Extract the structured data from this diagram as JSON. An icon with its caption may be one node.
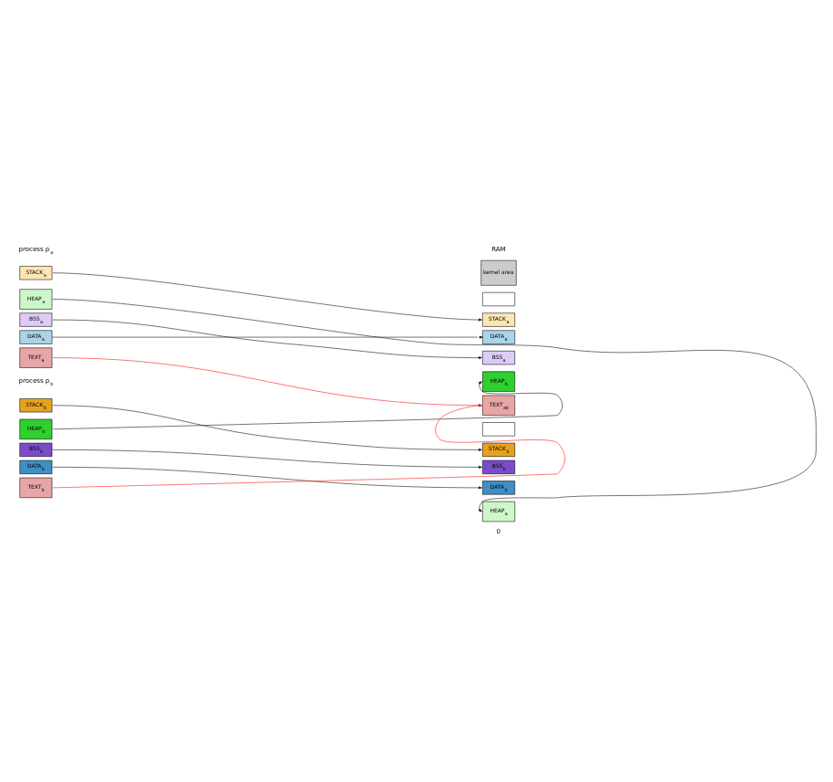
{
  "diagram": {
    "nodes": [
      {
        "text": [
          "STACK$_{a}$"
        ]
      },
      {
        "text": [
          "HEAP$_{a}$"
        ]
      },
      {
        "text": [
          "BSS$_{a}$"
        ]
      },
      {
        "text": [
          "DATA$_{a}$"
        ]
      },
      {
        "text": [
          "TEXT$_{a}$"
        ]
      },
      {
        "text": [
          "STACK$_{b}$"
        ]
      },
      {
        "text": [
          "HEAP$_{b}$"
        ]
      },
      {
        "text": [
          "BSS$_{b}$"
        ]
      },
      {
        "text": [
          "DATA$_{b}$"
        ]
      },
      {
        "text": [
          "TEXT$_{b}$"
        ]
      },
      {
        "text": [
          "kernel area"
        ]
      },
      {
        "text": [],
        "shape": "box"
      },
      {
        "text": [
          "STACK$_{a}$"
        ]
      },
      {
        "text": [
          "DATA$_{a}$"
        ]
      },
      {
        "text": [
          "BSS$_{a}$"
        ]
      },
      {
        "text": [
          "HEAP$_{b}$"
        ]
      },
      {
        "text": [
          "TEXT$_{ab}$"
        ]
      },
      {
        "text": [],
        "shape": "box"
      },
      {
        "text": [
          "STACK$_{b}$"
        ]
      },
      {
        "text": [
          "BSS$_{b}$"
        ]
      },
      {
        "text": [
          "DATA$_{b}$"
        ]
      },
      {
        "text": [
          "HEAP$_{a}$"
        ]
      }
    ],
    "edges": [
      {
        "from": 0,
        "to": 12,
        "arrow": "to"
      },
      {
        "from": 1,
        "to": 21,
        "arrow": "to"
      },
      {
        "from": 2,
        "to": 14,
        "arrow": "to"
      },
      {
        "from": 3,
        "to": 13,
        "arrow": "to"
      },
      {
        "from": 4,
        "to": 16,
        "arrow": "to",
        "color": "#ff0000"
      },
      {
        "from": 5,
        "to": 18,
        "arrow": "to"
      },
      {
        "from": 6,
        "to": 15,
        "arrow": "to"
      },
      {
        "from": 7,
        "to": 19,
        "arrow": "to"
      },
      {
        "from": 8,
        "to": 20,
        "arrow": "to"
      },
      {
        "from": 9,
        "to": 16,
        "arrow": "to",
        "color": "#ff0000"
      }
    ],
    "labels": [
      "process p$_{a}$",
      "RAM",
      "process p$_{b}$",
      "0"
    ]
  }
}
